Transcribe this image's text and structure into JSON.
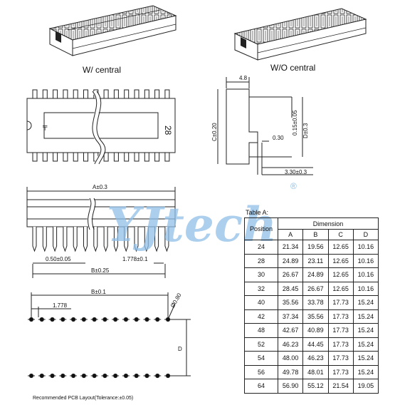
{
  "captions": {
    "with_central": "W/ central",
    "without_central": "W/O central",
    "pcb_layout": "Recommended PCB Layout(Tolerance:±0.05)"
  },
  "side_view_dims": {
    "width_label": "4.8",
    "height_label": "C±0.20",
    "pin_spacing": "0.15±0.05",
    "d_label": "D±0.3",
    "offset": "0.30",
    "pin_length": "3.30±0.3"
  },
  "top_view": {
    "pin_count_mark": "28"
  },
  "front_view_dims": {
    "a_label": "A±0.3",
    "b_label": "B±0.25",
    "pin_width": "0.50±0.05",
    "pitch": "1.778±0.1"
  },
  "pcb_dims": {
    "b_label": "B±0.1",
    "pitch": "1.778",
    "hole": "Ø0.80",
    "d_label": "D"
  },
  "watermark": {
    "text": "YJtech",
    "reg": "®"
  },
  "table": {
    "title": "Table A:",
    "position_header": "Position",
    "dimension_header": "Dimension",
    "columns": [
      "A",
      "B",
      "C",
      "D"
    ],
    "rows": [
      {
        "pos": "24",
        "vals": [
          "21.34",
          "19.56",
          "12.65",
          "10.16"
        ]
      },
      {
        "pos": "28",
        "vals": [
          "24.89",
          "23.11",
          "12.65",
          "10.16"
        ]
      },
      {
        "pos": "30",
        "vals": [
          "26.67",
          "24.89",
          "12.65",
          "10.16"
        ]
      },
      {
        "pos": "32",
        "vals": [
          "28.45",
          "26.67",
          "12.65",
          "10.16"
        ]
      },
      {
        "pos": "40",
        "vals": [
          "35.56",
          "33.78",
          "17.73",
          "15.24"
        ]
      },
      {
        "pos": "42",
        "vals": [
          "37.34",
          "35.56",
          "17.73",
          "15.24"
        ]
      },
      {
        "pos": "48",
        "vals": [
          "42.67",
          "40.89",
          "17.73",
          "15.24"
        ]
      },
      {
        "pos": "52",
        "vals": [
          "46.23",
          "44.45",
          "17.73",
          "15.24"
        ]
      },
      {
        "pos": "54",
        "vals": [
          "48.00",
          "46.23",
          "17.73",
          "15.24"
        ]
      },
      {
        "pos": "56",
        "vals": [
          "49.78",
          "48.01",
          "17.73",
          "15.24"
        ]
      },
      {
        "pos": "64",
        "vals": [
          "56.90",
          "55.12",
          "21.54",
          "19.05"
        ]
      }
    ]
  }
}
